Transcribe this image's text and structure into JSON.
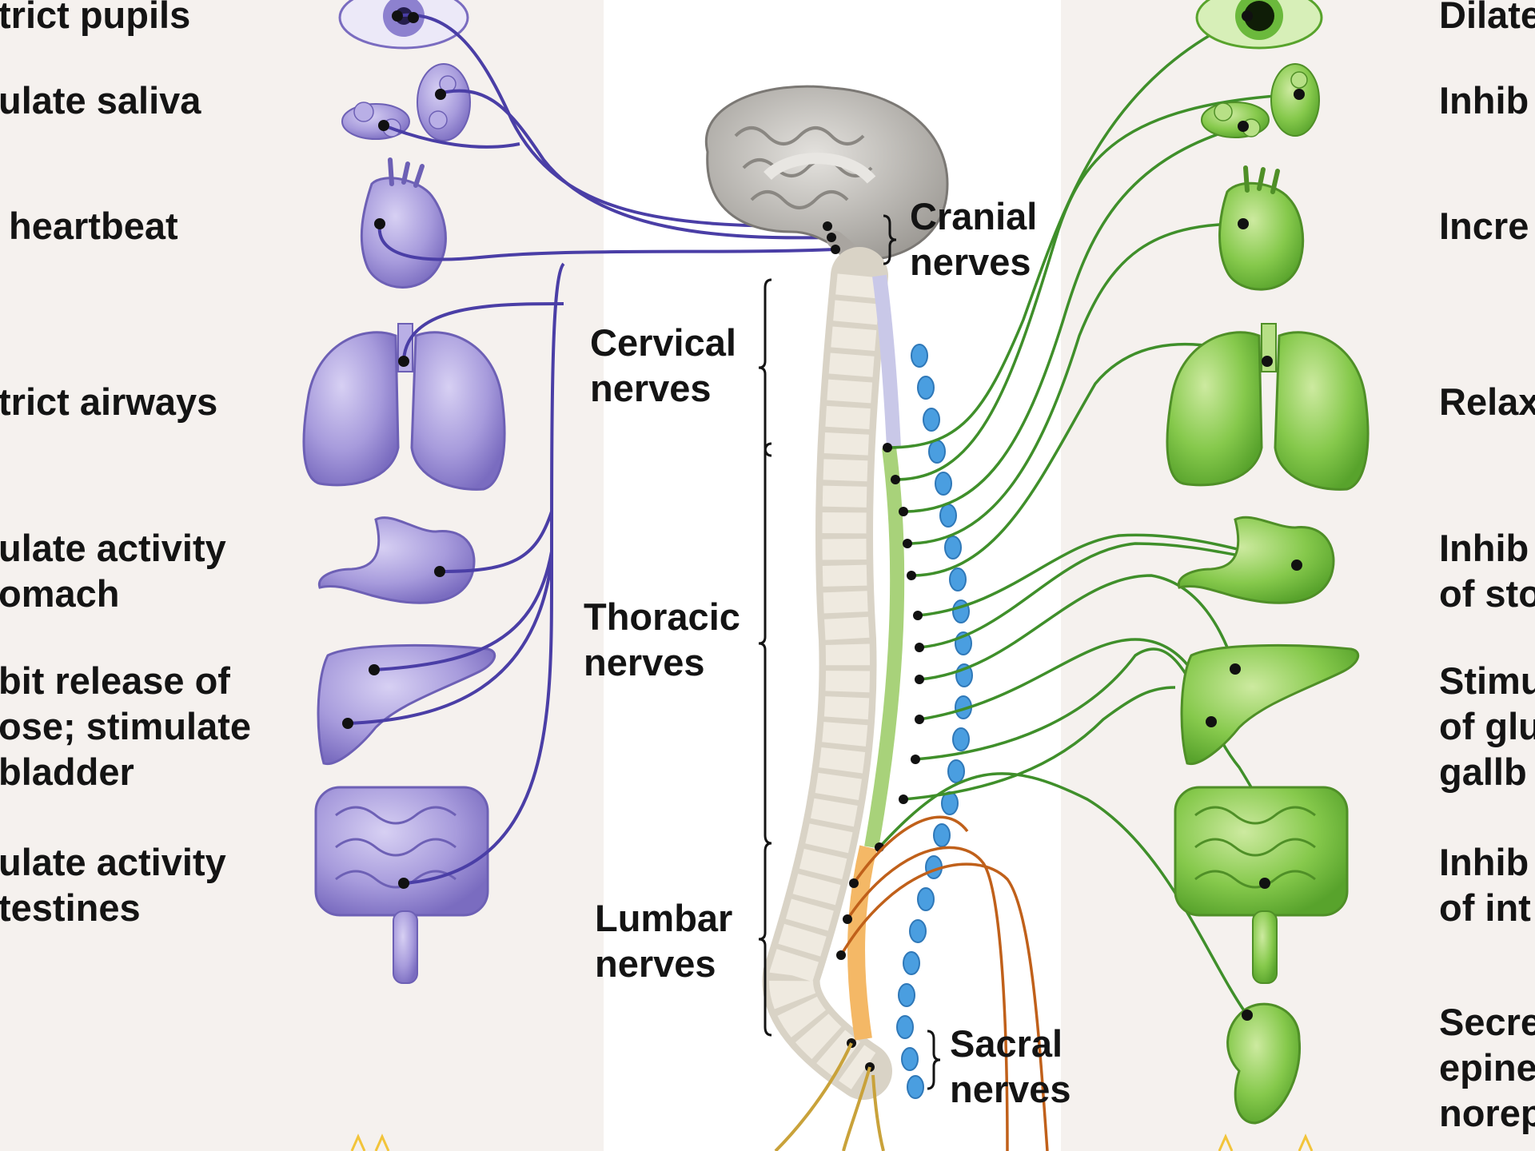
{
  "colors": {
    "parasympathetic": "#4a3ea6",
    "parasympathetic_organ": "#a79bdc",
    "sympathetic": "#3f8f2a",
    "sympathetic_organ": "#7fc84a",
    "chain_ganglia": "#4a9ee0",
    "lumbar_sacral": "#c0601a",
    "vertebrae": "#d9d3c6",
    "brain": "#c2c0bc",
    "label_text": "#141414"
  },
  "left_effects": [
    "trict pupils",
    "ulate saliva",
    " heartbeat",
    "trict airways",
    "ulate activity\nomach",
    "bit release of\nose; stimulate\nbladder",
    "ulate activity\ntestines"
  ],
  "right_effects": [
    "Dilate",
    "Inhib",
    "Incre",
    "Relax",
    "Inhib\nof sto",
    "Stimu\nof glu\ngallb",
    "Inhib\nof int",
    "Secre\nepine\nnorep"
  ],
  "nerve_labels": {
    "cranial": "Cranial\nnerves",
    "cervical": "Cervical\nnerves",
    "thoracic": "Thoracic\nnerves",
    "lumbar": "Lumbar\nnerves",
    "sacral": "Sacral\nnerves"
  },
  "left_organs": [
    "eye-icon",
    "salivary-gland-icon",
    "heart-icon",
    "lungs-icon",
    "stomach-icon",
    "liver-icon",
    "intestines-icon"
  ],
  "right_organs": [
    "eye-icon",
    "salivary-gland-icon",
    "heart-icon",
    "lungs-icon",
    "stomach-icon",
    "liver-icon",
    "intestines-icon",
    "adrenal-gland-icon"
  ]
}
